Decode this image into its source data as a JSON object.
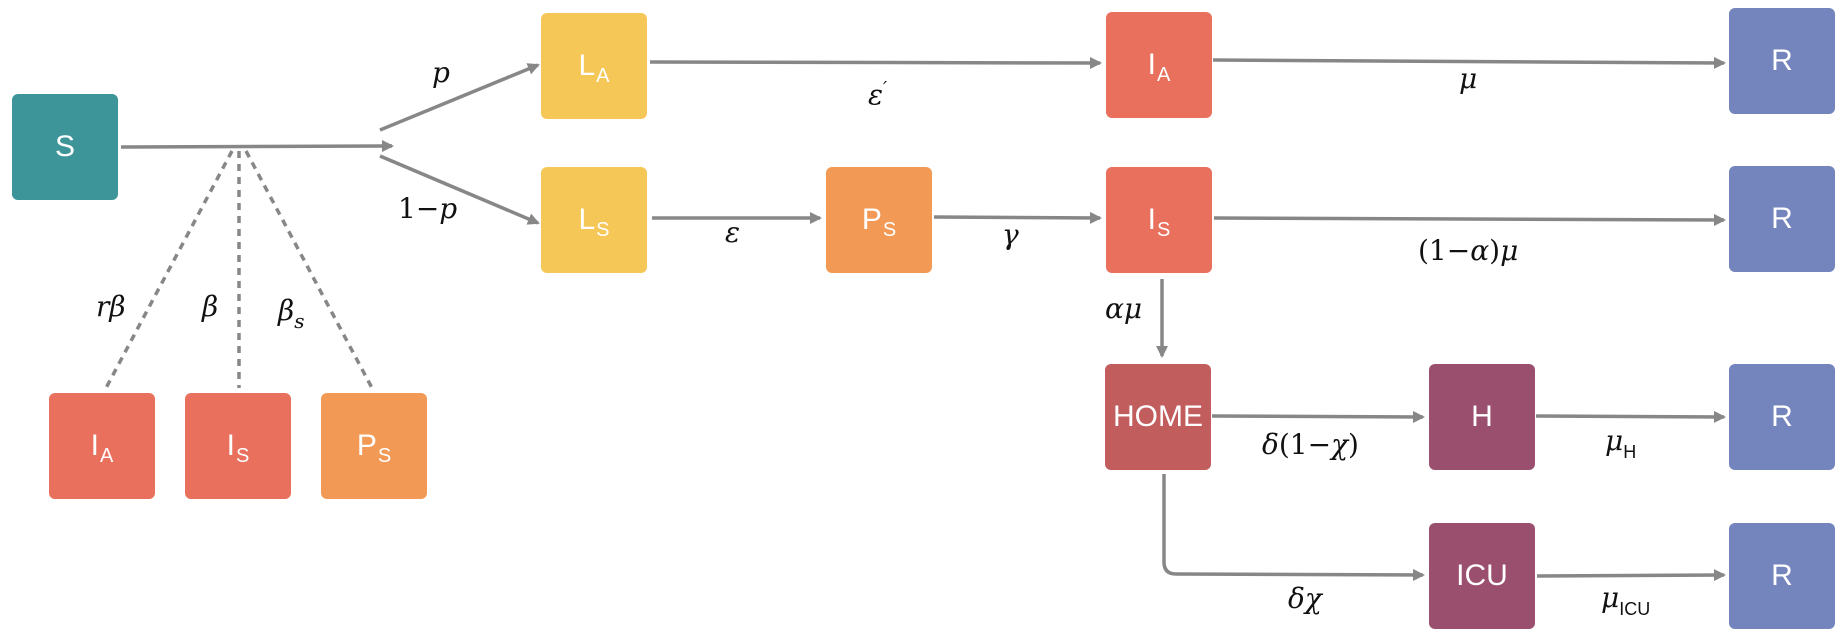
{
  "colors": {
    "teal": "#3D9499",
    "yellow": "#F5C757",
    "orange": "#F29A55",
    "red": "#E8705C",
    "crimson": "#C25D5E",
    "plum": "#9B4F6E",
    "blue": "#7484BC",
    "edge": "#878787"
  },
  "nodes": {
    "S": {
      "main": "S",
      "sub": ""
    },
    "LA": {
      "main": "L",
      "sub": "A"
    },
    "LS": {
      "main": "L",
      "sub": "S"
    },
    "PS": {
      "main": "P",
      "sub": "S"
    },
    "IA": {
      "main": "I",
      "sub": "A"
    },
    "IS": {
      "main": "I",
      "sub": "S"
    },
    "HOME": {
      "main": "HOME",
      "sub": ""
    },
    "H": {
      "main": "H",
      "sub": ""
    },
    "ICU": {
      "main": "ICU",
      "sub": ""
    },
    "R1": {
      "main": "R",
      "sub": ""
    },
    "R2": {
      "main": "R",
      "sub": ""
    },
    "R3": {
      "main": "R",
      "sub": ""
    },
    "R4": {
      "main": "R",
      "sub": ""
    },
    "bIA": {
      "main": "I",
      "sub": "A"
    },
    "bIS": {
      "main": "I",
      "sub": "S"
    },
    "bPS": {
      "main": "P",
      "sub": "S"
    }
  },
  "labels": {
    "p": "p",
    "one_minus_p_num": "1−",
    "one_minus_p_var": "p",
    "eps_prime": "ε",
    "eps_prime_mark": "′",
    "eps": "ε",
    "gamma": "γ",
    "mu": "μ",
    "one_minus_alpha_mu_1": "(1−",
    "one_minus_alpha_mu_2": "α",
    "one_minus_alpha_mu_3": ")",
    "one_minus_alpha_mu_4": "μ",
    "alpha_mu": "αμ",
    "delta_1": "δ",
    "delta_2": "(1−",
    "delta_3": "χ",
    "delta_4": ")",
    "delta_chi": "δχ",
    "mu_h": "μ",
    "mu_h_sub": "H",
    "mu_icu": "μ",
    "mu_icu_sub": "ICU",
    "r_beta": "rβ",
    "beta": "β",
    "beta_s": "β",
    "beta_s_sub": "s"
  }
}
